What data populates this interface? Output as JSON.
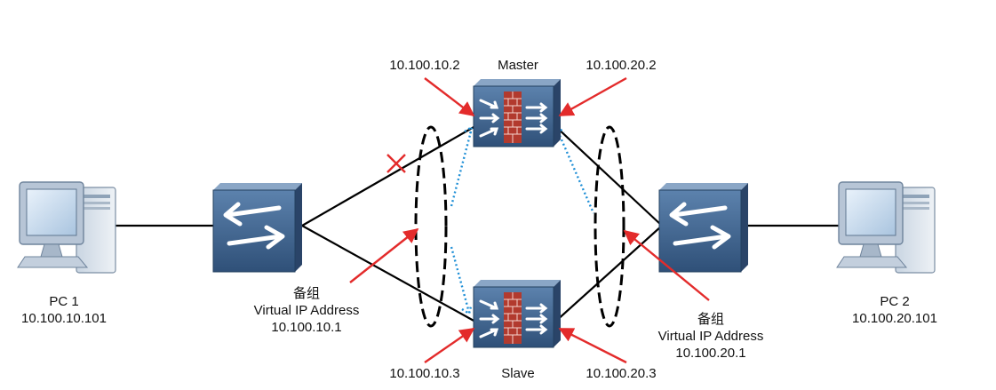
{
  "colors": {
    "link": "#000000",
    "heartbeat": "#1f8fd6",
    "arrow": "#e32b2b",
    "fault": "#e32b2b",
    "device": "#3b5f89"
  },
  "icons": {
    "pc": "pc-icon",
    "switch": "switch-icon",
    "firewall": "firewall-icon",
    "fault": "link-fault-x-icon"
  },
  "pc1": {
    "name": "PC 1",
    "ip": "10.100.10.101"
  },
  "pc2": {
    "name": "PC 2",
    "ip": "10.100.20.101"
  },
  "master": {
    "role": "Master",
    "ip_left": "10.100.10.2",
    "ip_right": "10.100.20.2"
  },
  "slave": {
    "role": "Slave",
    "ip_left": "10.100.10.3",
    "ip_right": "10.100.20.3"
  },
  "group_left": {
    "title": "备组",
    "subtitle": "Virtual IP Address",
    "ip": "10.100.10.1"
  },
  "group_right": {
    "title": "备组",
    "subtitle": "Virtual IP Address",
    "ip": "10.100.20.1"
  }
}
